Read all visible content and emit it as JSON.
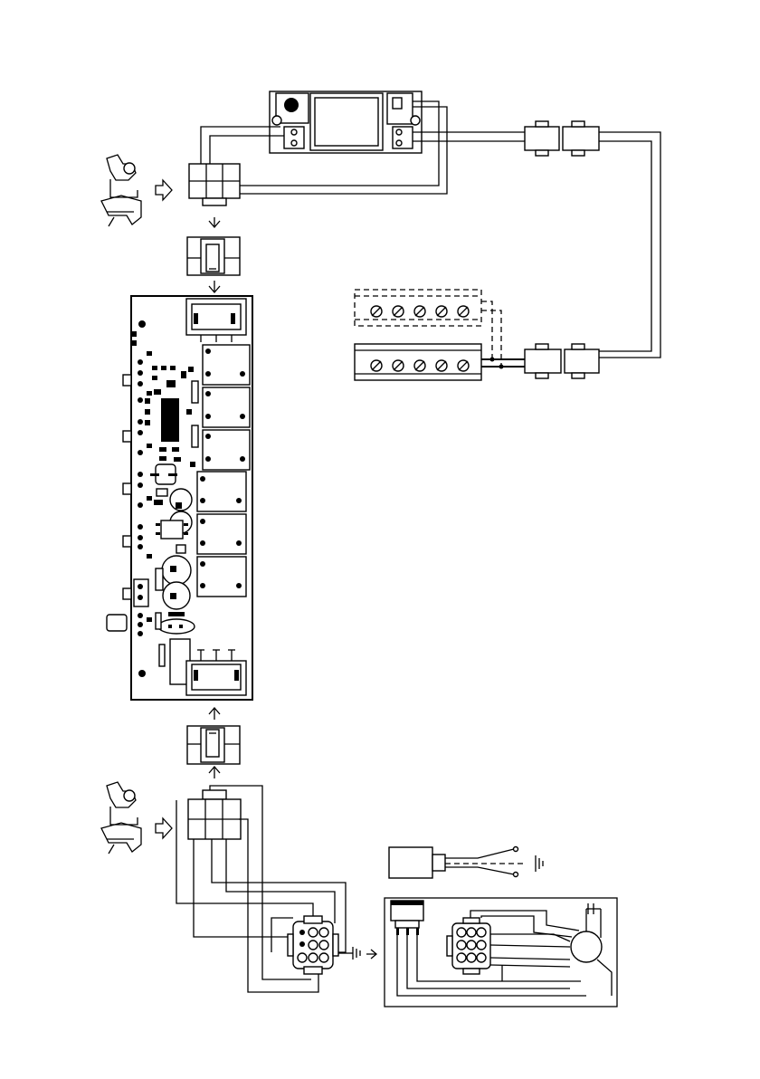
{
  "diagram": {
    "kind": "wiring-diagram",
    "components": [
      "display-module",
      "connector-6pin-top",
      "connector-plug-top",
      "control-board",
      "connector-plug-bottom",
      "connector-6pin-bottom",
      "terminal-block-upper",
      "terminal-block-lower",
      "inline-connector-upper",
      "inline-connector-lower",
      "connector-9pin-left",
      "solenoid-valve",
      "motor-unit",
      "connector-9pin-right",
      "ground-symbol"
    ],
    "line_color": "#000000",
    "background": "#ffffff"
  }
}
